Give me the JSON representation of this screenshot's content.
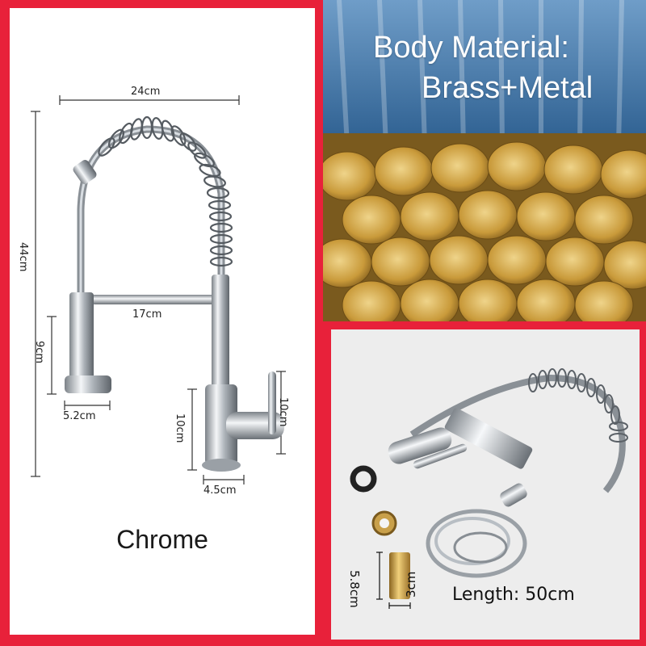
{
  "left_panel": {
    "dims": {
      "width_top": "24cm",
      "height_total": "44cm",
      "spout_reach": "17cm",
      "holder_height": "9cm",
      "holder_base": "5.2cm",
      "body_height_left": "10cm",
      "body_height_right": "10cm",
      "body_base": "4.5cm"
    },
    "caption": "Chrome"
  },
  "top_right_panel": {
    "title_line1": "Body Material:",
    "title_line2": "Brass+Metal"
  },
  "bottom_right_panel": {
    "length_label": "Length:  50cm",
    "connector_height": "5.8cm",
    "connector_width": "3cm"
  },
  "colors": {
    "frame_red": "#e8213a",
    "chrome": "#c8cdd2",
    "brass": "#d4a73a",
    "sky_blue": "#3a6fa0"
  }
}
